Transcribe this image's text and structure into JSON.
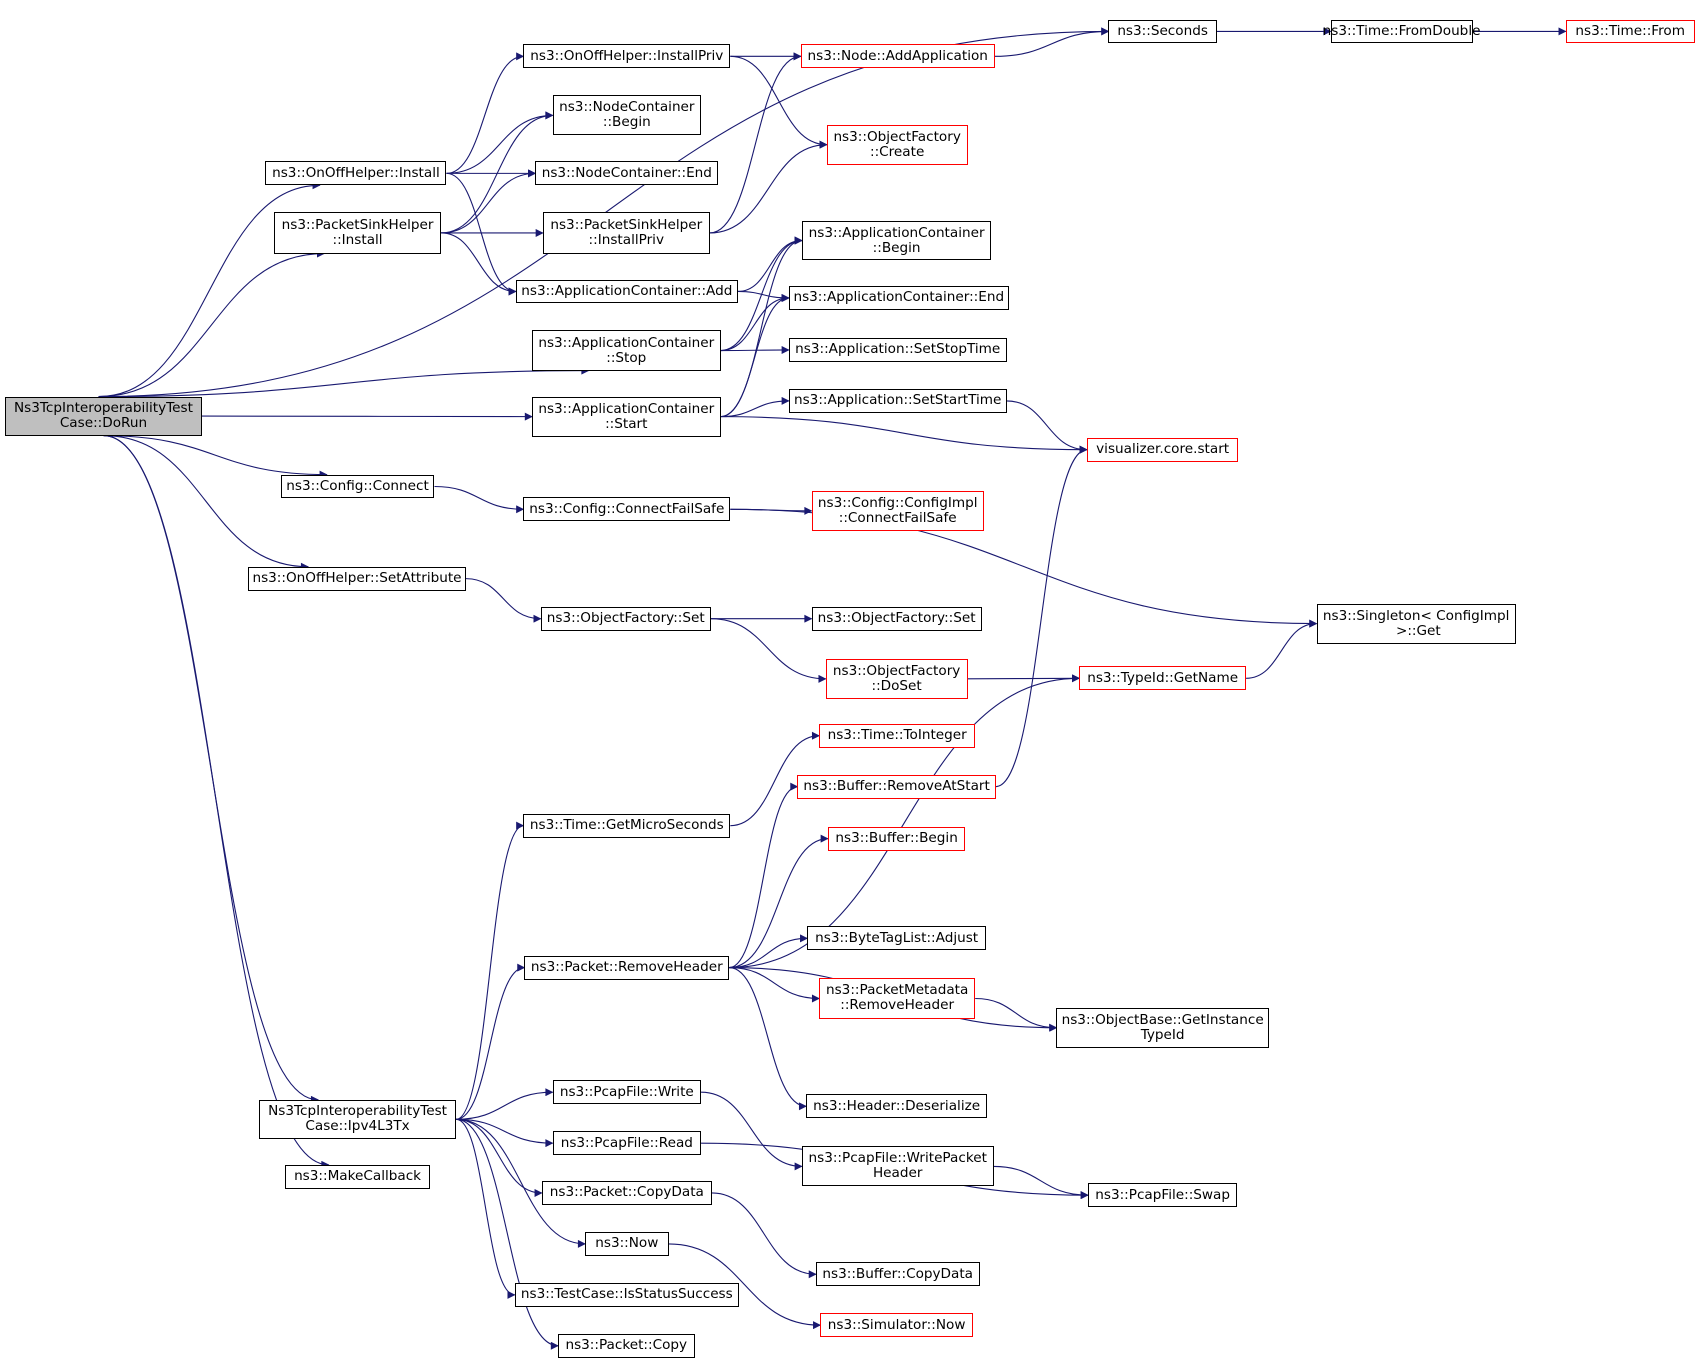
{
  "colors": {
    "edge": "#191970",
    "node_border": "#000000",
    "external_border": "#ff0000",
    "root_fill": "#bfbfbf",
    "background": "#ffffff"
  },
  "nodes": [
    {
      "id": "root",
      "lines": [
        "Ns3TcpInteroperabilityTest",
        "Case::DoRun"
      ],
      "style": "root"
    },
    {
      "id": "seconds",
      "lines": [
        "ns3::Seconds"
      ],
      "style": "normal"
    },
    {
      "id": "fromdouble",
      "lines": [
        "ns3::Time::FromDouble"
      ],
      "style": "normal"
    },
    {
      "id": "timefrom",
      "lines": [
        "ns3::Time::From"
      ],
      "style": "red"
    },
    {
      "id": "onoff_installpriv",
      "lines": [
        "ns3::OnOffHelper::InstallPriv"
      ],
      "style": "normal"
    },
    {
      "id": "node_addapp",
      "lines": [
        "ns3::Node::AddApplication"
      ],
      "style": "red"
    },
    {
      "id": "nc_begin",
      "lines": [
        "ns3::NodeContainer",
        "::Begin"
      ],
      "style": "normal"
    },
    {
      "id": "of_create",
      "lines": [
        "ns3::ObjectFactory",
        "::Create"
      ],
      "style": "red"
    },
    {
      "id": "onoff_install",
      "lines": [
        "ns3::OnOffHelper::Install"
      ],
      "style": "normal"
    },
    {
      "id": "nc_end",
      "lines": [
        "ns3::NodeContainer::End"
      ],
      "style": "normal"
    },
    {
      "id": "psh_install",
      "lines": [
        "ns3::PacketSinkHelper",
        "::Install"
      ],
      "style": "normal"
    },
    {
      "id": "psh_installpriv",
      "lines": [
        "ns3::PacketSinkHelper",
        "::InstallPriv"
      ],
      "style": "normal"
    },
    {
      "id": "ac_begin",
      "lines": [
        "ns3::ApplicationContainer",
        "::Begin"
      ],
      "style": "normal"
    },
    {
      "id": "ac_add",
      "lines": [
        "ns3::ApplicationContainer::Add"
      ],
      "style": "normal"
    },
    {
      "id": "ac_end",
      "lines": [
        "ns3::ApplicationContainer::End"
      ],
      "style": "normal"
    },
    {
      "id": "ac_stop",
      "lines": [
        "ns3::ApplicationContainer",
        "::Stop"
      ],
      "style": "normal"
    },
    {
      "id": "app_setstop",
      "lines": [
        "ns3::Application::SetStopTime"
      ],
      "style": "normal"
    },
    {
      "id": "app_setstart",
      "lines": [
        "ns3::Application::SetStartTime"
      ],
      "style": "normal"
    },
    {
      "id": "ac_start",
      "lines": [
        "ns3::ApplicationContainer",
        "::Start"
      ],
      "style": "normal"
    },
    {
      "id": "viz_start",
      "lines": [
        "visualizer.core.start"
      ],
      "style": "red"
    },
    {
      "id": "cfg_connect",
      "lines": [
        "ns3::Config::Connect"
      ],
      "style": "normal"
    },
    {
      "id": "cfg_connectfs",
      "lines": [
        "ns3::Config::ConnectFailSafe"
      ],
      "style": "normal"
    },
    {
      "id": "cfgimpl_connectfs",
      "lines": [
        "ns3::Config::ConfigImpl",
        "::ConnectFailSafe"
      ],
      "style": "red"
    },
    {
      "id": "onoff_setattr",
      "lines": [
        "ns3::OnOffHelper::SetAttribute"
      ],
      "style": "normal"
    },
    {
      "id": "of_set",
      "lines": [
        "ns3::ObjectFactory::Set"
      ],
      "style": "normal"
    },
    {
      "id": "of_set2",
      "lines": [
        "ns3::ObjectFactory::Set"
      ],
      "style": "normal"
    },
    {
      "id": "singleton_get",
      "lines": [
        "ns3::Singleton< ConfigImpl",
        " >::Get"
      ],
      "style": "normal"
    },
    {
      "id": "of_doset",
      "lines": [
        "ns3::ObjectFactory",
        "::DoSet"
      ],
      "style": "red"
    },
    {
      "id": "typeid_getname",
      "lines": [
        "ns3::TypeId::GetName"
      ],
      "style": "red"
    },
    {
      "id": "time_tointeger",
      "lines": [
        "ns3::Time::ToInteger"
      ],
      "style": "red"
    },
    {
      "id": "buf_removeatstart",
      "lines": [
        "ns3::Buffer::RemoveAtStart"
      ],
      "style": "red"
    },
    {
      "id": "time_getmicro",
      "lines": [
        "ns3::Time::GetMicroSeconds"
      ],
      "style": "normal"
    },
    {
      "id": "buf_begin",
      "lines": [
        "ns3::Buffer::Begin"
      ],
      "style": "red"
    },
    {
      "id": "btl_adjust",
      "lines": [
        "ns3::ByteTagList::Adjust"
      ],
      "style": "normal"
    },
    {
      "id": "pkt_removeheader",
      "lines": [
        "ns3::Packet::RemoveHeader"
      ],
      "style": "normal"
    },
    {
      "id": "pm_removeheader",
      "lines": [
        "ns3::PacketMetadata",
        "::RemoveHeader"
      ],
      "style": "red"
    },
    {
      "id": "ob_getinstance",
      "lines": [
        "ns3::ObjectBase::GetInstance",
        "TypeId"
      ],
      "style": "normal"
    },
    {
      "id": "hdr_deserialize",
      "lines": [
        "ns3::Header::Deserialize"
      ],
      "style": "normal"
    },
    {
      "id": "ipv4l3tx",
      "lines": [
        "Ns3TcpInteroperabilityTest",
        "Case::Ipv4L3Tx"
      ],
      "style": "normal"
    },
    {
      "id": "pcap_write",
      "lines": [
        "ns3::PcapFile::Write"
      ],
      "style": "normal"
    },
    {
      "id": "pcap_writepkthdr",
      "lines": [
        "ns3::PcapFile::WritePacket",
        "Header"
      ],
      "style": "normal"
    },
    {
      "id": "pcap_read",
      "lines": [
        "ns3::PcapFile::Read"
      ],
      "style": "normal"
    },
    {
      "id": "pcap_swap",
      "lines": [
        "ns3::PcapFile::Swap"
      ],
      "style": "normal"
    },
    {
      "id": "makecallback",
      "lines": [
        "ns3::MakeCallback"
      ],
      "style": "normal"
    },
    {
      "id": "pkt_copydata",
      "lines": [
        "ns3::Packet::CopyData"
      ],
      "style": "normal"
    },
    {
      "id": "buf_copydata",
      "lines": [
        "ns3::Buffer::CopyData"
      ],
      "style": "normal"
    },
    {
      "id": "now",
      "lines": [
        "ns3::Now"
      ],
      "style": "normal"
    },
    {
      "id": "sim_now",
      "lines": [
        "ns3::Simulator::Now"
      ],
      "style": "red"
    },
    {
      "id": "tc_isstatussuccess",
      "lines": [
        "ns3::TestCase::IsStatusSuccess"
      ],
      "style": "normal"
    },
    {
      "id": "pkt_copy",
      "lines": [
        "ns3::Packet::Copy"
      ],
      "style": "normal"
    }
  ],
  "edges": [
    [
      "root",
      "seconds"
    ],
    [
      "root",
      "onoff_install"
    ],
    [
      "root",
      "psh_install"
    ],
    [
      "root",
      "ac_stop"
    ],
    [
      "root",
      "ac_start"
    ],
    [
      "root",
      "cfg_connect"
    ],
    [
      "root",
      "onoff_setattr"
    ],
    [
      "root",
      "ipv4l3tx"
    ],
    [
      "root",
      "makecallback"
    ],
    [
      "seconds",
      "fromdouble"
    ],
    [
      "fromdouble",
      "timefrom"
    ],
    [
      "onoff_installpriv",
      "node_addapp"
    ],
    [
      "onoff_installpriv",
      "of_create"
    ],
    [
      "node_addapp",
      "seconds"
    ],
    [
      "onoff_install",
      "onoff_installpriv"
    ],
    [
      "onoff_install",
      "nc_begin"
    ],
    [
      "onoff_install",
      "nc_end"
    ],
    [
      "onoff_install",
      "ac_add"
    ],
    [
      "psh_install",
      "nc_begin"
    ],
    [
      "psh_install",
      "nc_end"
    ],
    [
      "psh_install",
      "psh_installpriv"
    ],
    [
      "psh_install",
      "ac_add"
    ],
    [
      "psh_installpriv",
      "node_addapp"
    ],
    [
      "psh_installpriv",
      "of_create"
    ],
    [
      "ac_add",
      "ac_begin"
    ],
    [
      "ac_add",
      "ac_end"
    ],
    [
      "ac_stop",
      "ac_begin"
    ],
    [
      "ac_stop",
      "ac_end"
    ],
    [
      "ac_stop",
      "app_setstop"
    ],
    [
      "ac_start",
      "ac_begin"
    ],
    [
      "ac_start",
      "ac_end"
    ],
    [
      "ac_start",
      "app_setstart"
    ],
    [
      "ac_start",
      "viz_start"
    ],
    [
      "app_setstart",
      "viz_start"
    ],
    [
      "cfg_connect",
      "cfg_connectfs"
    ],
    [
      "cfg_connectfs",
      "cfgimpl_connectfs"
    ],
    [
      "cfg_connectfs",
      "singleton_get"
    ],
    [
      "onoff_setattr",
      "of_set"
    ],
    [
      "of_set",
      "of_set2"
    ],
    [
      "of_set",
      "of_doset"
    ],
    [
      "of_doset",
      "typeid_getname"
    ],
    [
      "typeid_getname",
      "singleton_get"
    ],
    [
      "time_getmicro",
      "time_tointeger"
    ],
    [
      "buf_removeatstart",
      "viz_start"
    ],
    [
      "pkt_removeheader",
      "buf_removeatstart"
    ],
    [
      "pkt_removeheader",
      "buf_begin"
    ],
    [
      "pkt_removeheader",
      "typeid_getname"
    ],
    [
      "pkt_removeheader",
      "btl_adjust"
    ],
    [
      "pkt_removeheader",
      "pm_removeheader"
    ],
    [
      "pkt_removeheader",
      "ob_getinstance"
    ],
    [
      "pkt_removeheader",
      "hdr_deserialize"
    ],
    [
      "pm_removeheader",
      "ob_getinstance"
    ],
    [
      "ipv4l3tx",
      "time_getmicro"
    ],
    [
      "ipv4l3tx",
      "pkt_removeheader"
    ],
    [
      "ipv4l3tx",
      "pcap_write"
    ],
    [
      "ipv4l3tx",
      "pcap_read"
    ],
    [
      "ipv4l3tx",
      "pkt_copydata"
    ],
    [
      "ipv4l3tx",
      "now"
    ],
    [
      "ipv4l3tx",
      "tc_isstatussuccess"
    ],
    [
      "ipv4l3tx",
      "pkt_copy"
    ],
    [
      "pcap_write",
      "pcap_writepkthdr"
    ],
    [
      "pcap_writepkthdr",
      "pcap_swap"
    ],
    [
      "pcap_read",
      "pcap_swap"
    ],
    [
      "pkt_copydata",
      "buf_copydata"
    ],
    [
      "now",
      "sim_now"
    ]
  ]
}
